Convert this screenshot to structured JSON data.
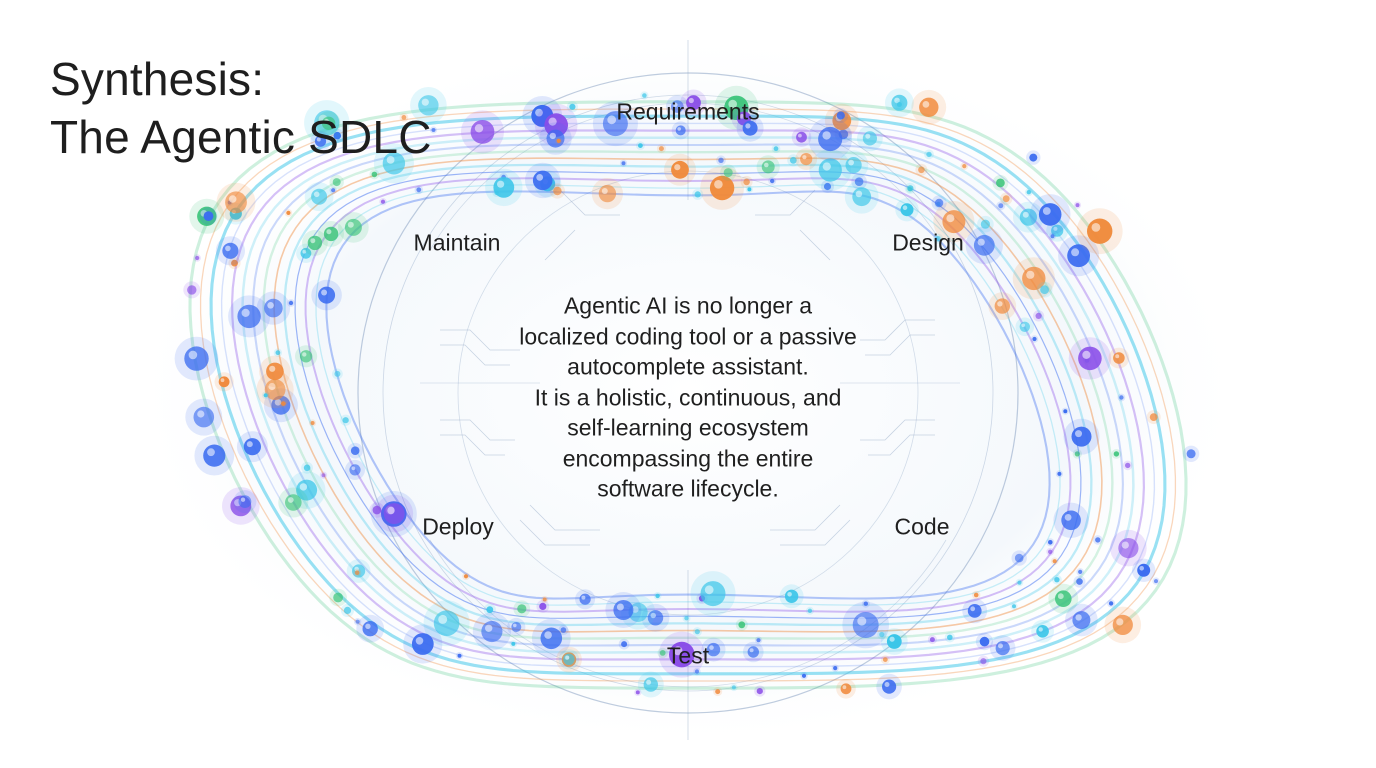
{
  "title": {
    "line1": "Synthesis:",
    "line2": "The Agentic SDLC"
  },
  "cycle": {
    "stages": {
      "requirements": "Requirements",
      "design": "Design",
      "code": "Code",
      "test": "Test",
      "deploy": "Deploy",
      "maintain": "Maintain"
    }
  },
  "center_text": {
    "line1": "Agentic AI is no longer a",
    "line2": "localized coding tool or a passive",
    "line3": "autocomplete assistant.",
    "line4": "It is a holistic, continuous, and",
    "line5": "self-learning ecosystem",
    "line6": "encompassing the entire",
    "line7": "software lifecycle."
  },
  "colors": {
    "text": "#1f1f1f",
    "ring_line": "#8aa3c2",
    "stream_blue": "#3b6cf0",
    "stream_cyan": "#3cc6e8",
    "stream_purple": "#8a4de8",
    "stream_orange": "#f08a3c",
    "stream_green": "#3cc47a"
  }
}
